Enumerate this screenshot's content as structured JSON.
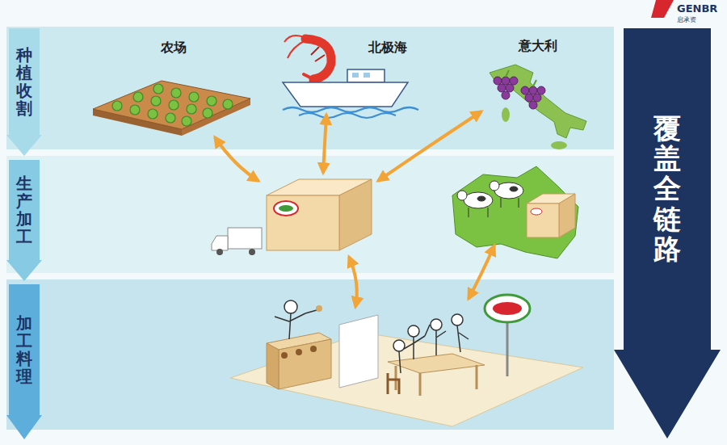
{
  "diagram": {
    "nodes": [
      {
        "text": [
          "种植收割"
        ]
      },
      {
        "text": [
          "生产加工"
        ]
      },
      {
        "text": [
          "加工料理"
        ]
      },
      {
        "text": [
          "农场"
        ]
      },
      {
        "text": [
          "北极海"
        ]
      },
      {
        "text": [
          "意大利"
        ]
      },
      {
        "text": [
          "覆盖全链路"
        ]
      }
    ],
    "labels": [
      "GENBR",
      "启承资"
    ]
  }
}
